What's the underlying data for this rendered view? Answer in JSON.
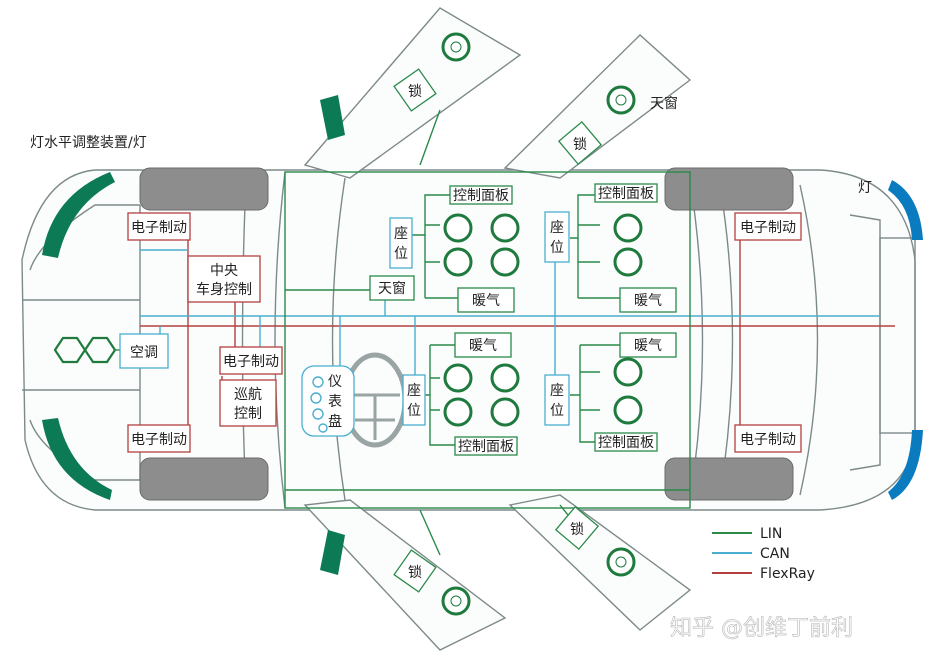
{
  "labels": {
    "headlight_leveling": "灯水平调整装置/灯",
    "sunroof_top": "天窗",
    "sunroof_box": "天窗",
    "rear_light": "灯",
    "brake": "电子制动",
    "central_body_1": "中央",
    "central_body_2": "车身控制",
    "ac": "空调",
    "cruise_1": "巡航",
    "cruise_2": "控制",
    "cluster_1": "仪",
    "cluster_2": "表",
    "cluster_3": "盘",
    "seat_1": "座",
    "seat_2": "位",
    "control_panel": "控制面板",
    "heater": "暖气",
    "lock": "锁"
  },
  "legend": [
    {
      "name": "LIN",
      "color": "#2a8a4a"
    },
    {
      "name": "CAN",
      "color": "#4aaed0"
    },
    {
      "name": "FlexRay",
      "color": "#b34040"
    }
  ],
  "watermark": "知乎 @创维丁前利",
  "colors": {
    "lin": "#2a8a4a",
    "can": "#4aaed0",
    "flexray": "#b34040",
    "light": "#0a7bbf"
  }
}
